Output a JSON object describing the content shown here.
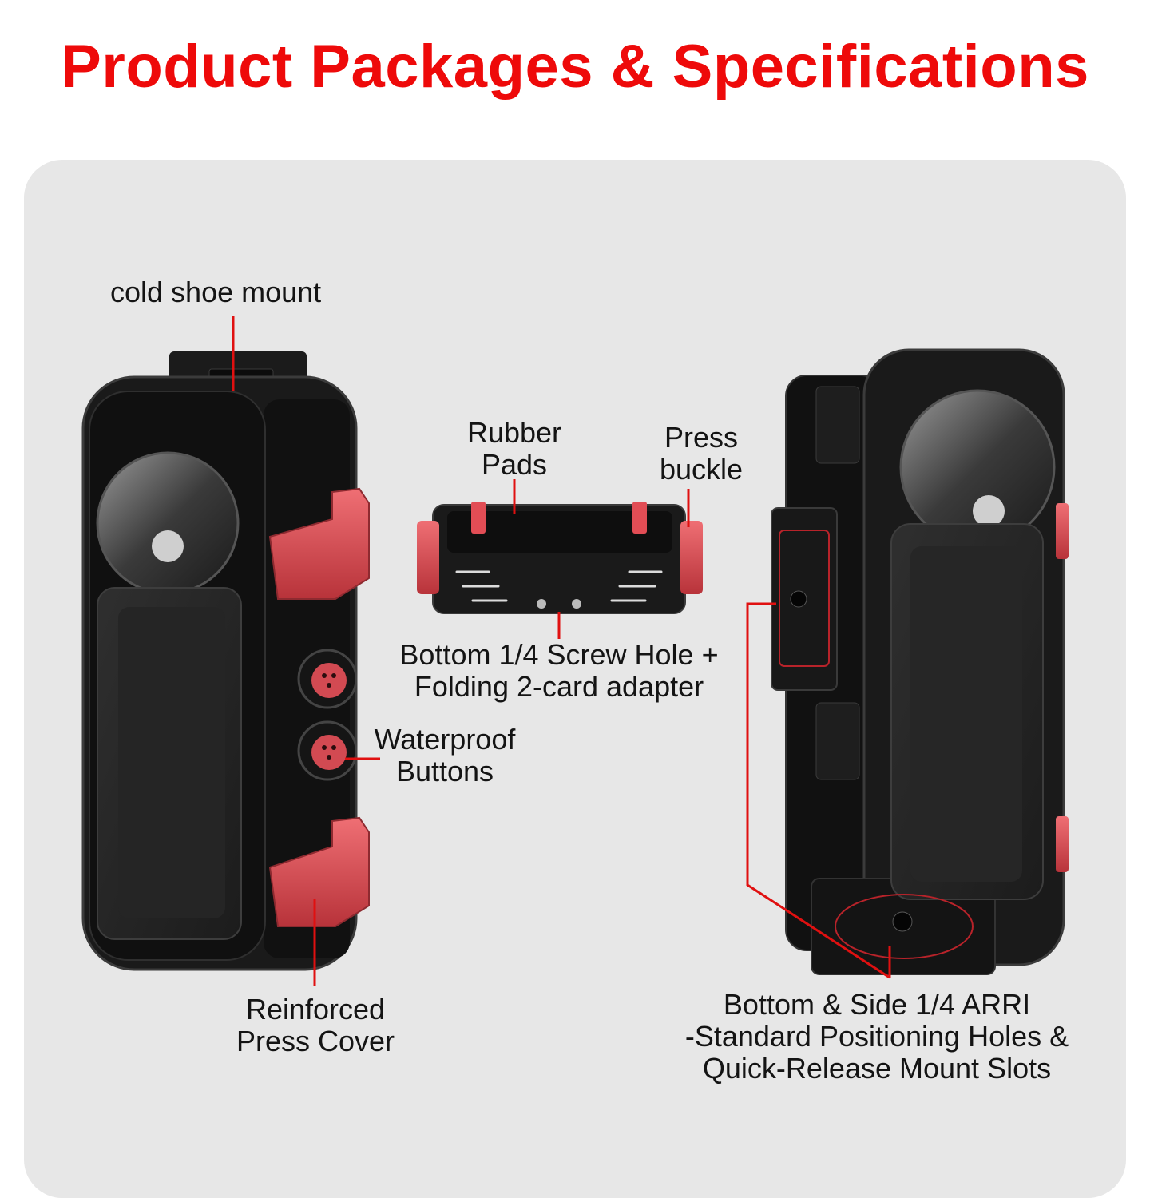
{
  "title": "Product Packages & Specifications",
  "labels": {
    "cold_shoe": "cold shoe mount",
    "rubber_pads": [
      "Rubber",
      "Pads"
    ],
    "press_buckle": [
      "Press",
      "buckle"
    ],
    "screw_hole": [
      "Bottom 1/4 Screw Hole +",
      "Folding 2-card adapter"
    ],
    "waterproof_buttons": [
      "Waterproof",
      "Buttons"
    ],
    "reinforced_cover": [
      "Reinforced",
      "Press Cover"
    ],
    "arri_holes": [
      "Bottom & Side 1/4 ARRI",
      "-Standard Positioning Holes &",
      "Quick-Release Mount Slots"
    ]
  },
  "colors": {
    "title": "#ee0a0a",
    "panel": "#e7e7e7",
    "leader": "#e01010",
    "housing": "#141414",
    "accent_metal": "#d9545a"
  }
}
